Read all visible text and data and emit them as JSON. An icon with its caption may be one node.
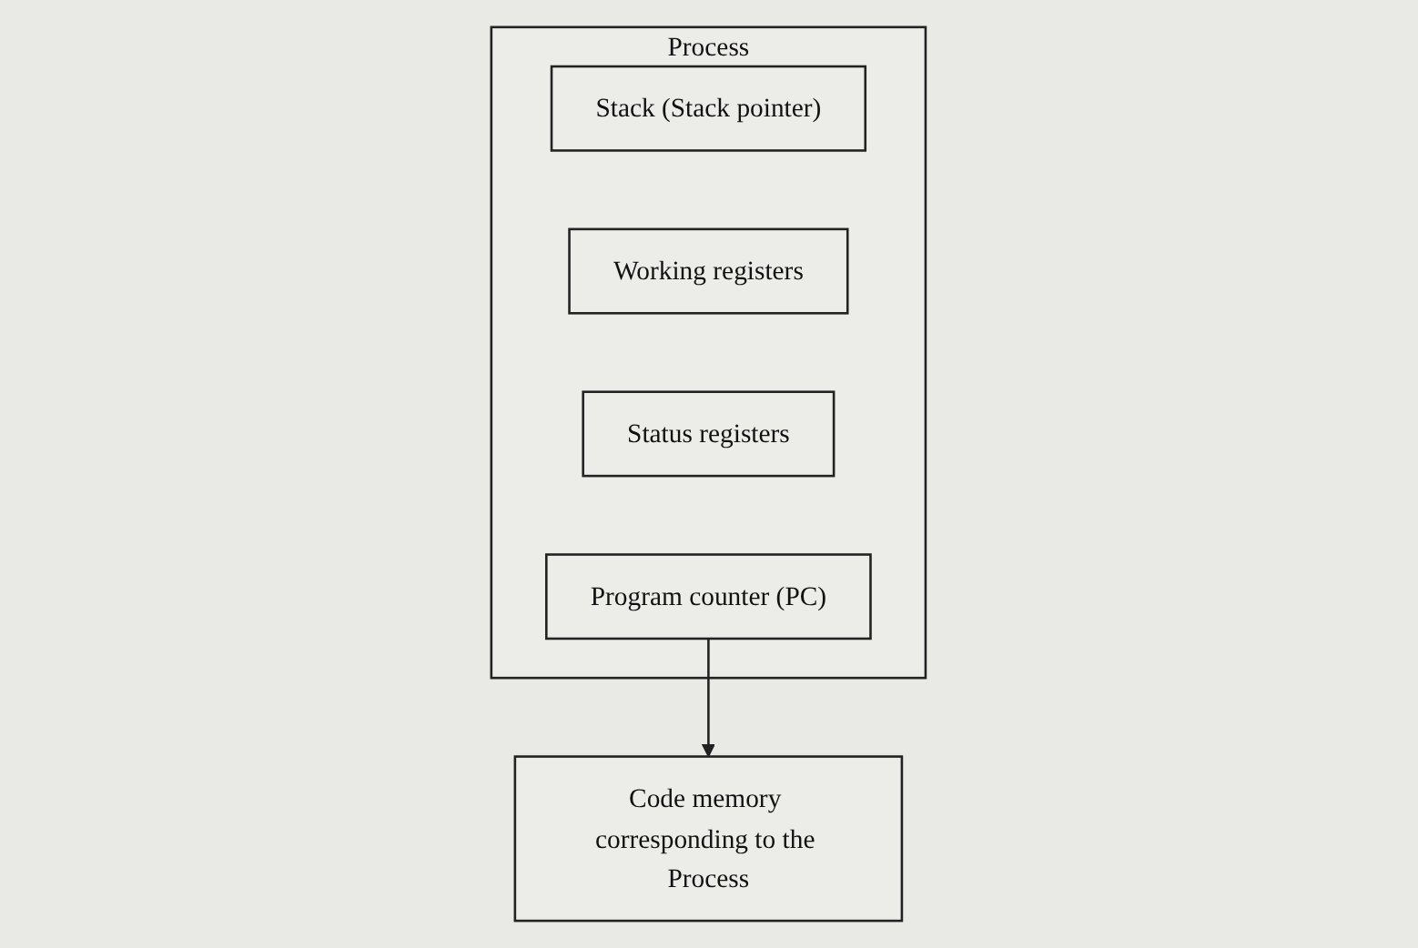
{
  "diagram": {
    "nodes": [
      {
        "text": [
          "Process"
        ]
      },
      {
        "text": [
          "Stack (Stack pointer)"
        ],
        "in": 0
      },
      {
        "text": [
          "Working registers"
        ],
        "in": 0
      },
      {
        "text": [
          "Status registers"
        ],
        "in": 0
      },
      {
        "text": [
          "Program counter (PC)"
        ],
        "in": 0
      },
      {
        "text": [
          "Code memory corresponding to the Process"
        ]
      }
    ],
    "edges": [
      {
        "from": 4,
        "to": 5,
        "arrow": "to"
      }
    ]
  }
}
